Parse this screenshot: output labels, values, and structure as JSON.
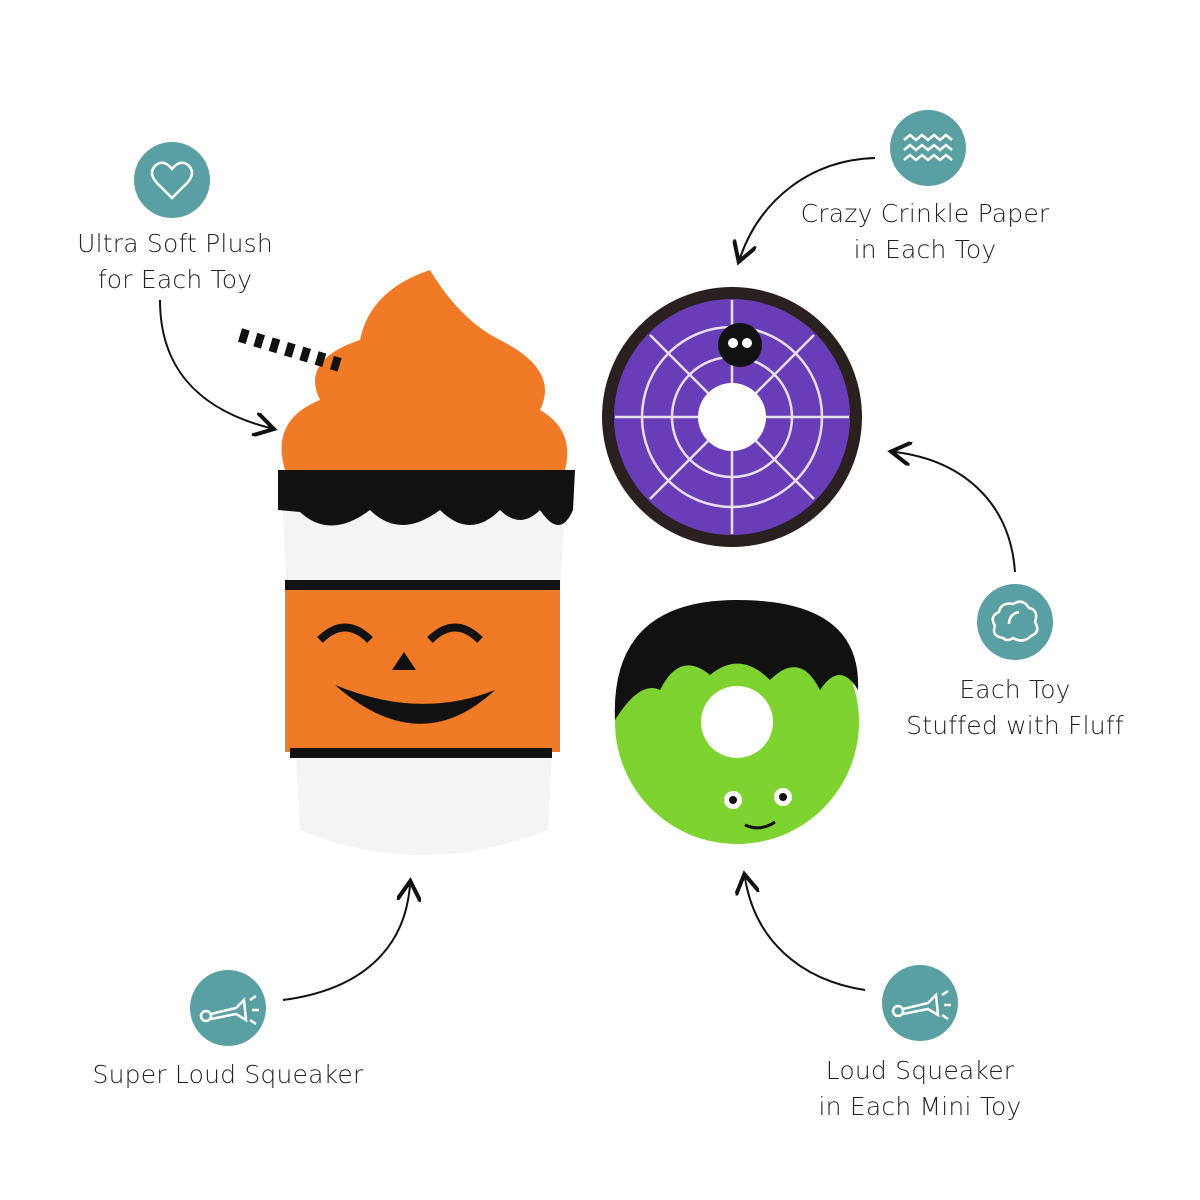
{
  "accent_color": "#5aa0a2",
  "features": [
    {
      "icon": "heart-icon",
      "lines": [
        "Ultra Soft Plush",
        "for Each Toy"
      ]
    },
    {
      "icon": "waves-icon",
      "lines": [
        "Crazy Crinkle Paper",
        "in Each Toy"
      ]
    },
    {
      "icon": "cloud-fluff-icon",
      "lines": [
        "Each Toy",
        "Stuffed with Fluff"
      ]
    },
    {
      "icon": "squeaker-horn-icon",
      "lines": [
        "Super Loud Squeaker"
      ]
    },
    {
      "icon": "squeaker-horn-icon",
      "lines": [
        "Loud Squeaker",
        "in Each Mini Toy"
      ]
    }
  ]
}
